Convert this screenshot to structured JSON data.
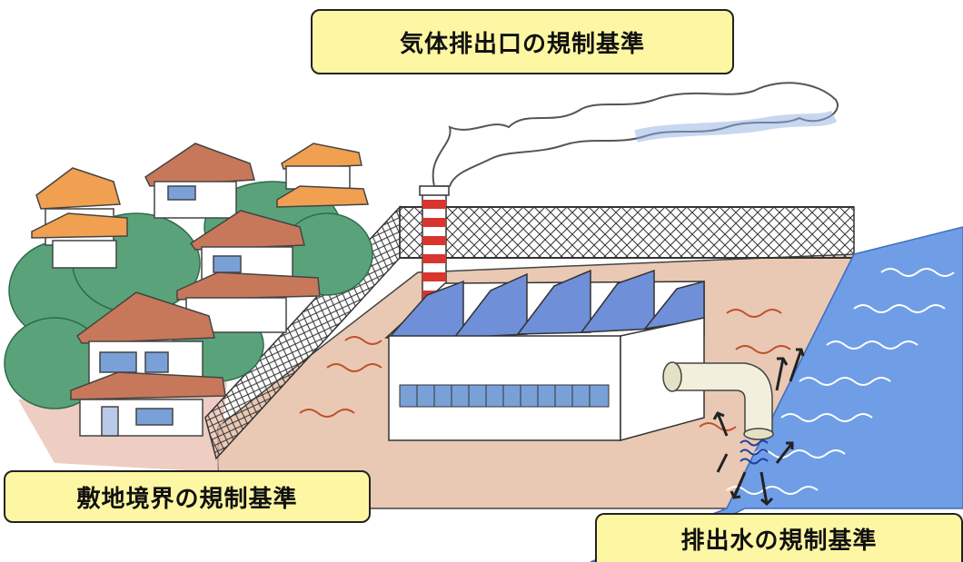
{
  "labels": {
    "exhaust": "気体排出口の規制基準",
    "boundary": "敷地境界の規制基準",
    "drain": "排出水の規制基準"
  },
  "colors": {
    "ground": "#e9c9b4",
    "factory_wall": "#ffffff",
    "roof": "#6f8fd8",
    "house_roof": "#c8785a",
    "house_roof_orange": "#f0a050",
    "tree": "#5aa37a",
    "river": "#6f9ee6",
    "chimney_red": "#d9352f",
    "callout_bg": "#fdf7a3"
  },
  "icons": [
    "house-icon",
    "factory-icon",
    "chimney-icon",
    "smoke-icon",
    "fence-icon",
    "river-icon",
    "drain-pipe-icon",
    "tree-icon"
  ]
}
